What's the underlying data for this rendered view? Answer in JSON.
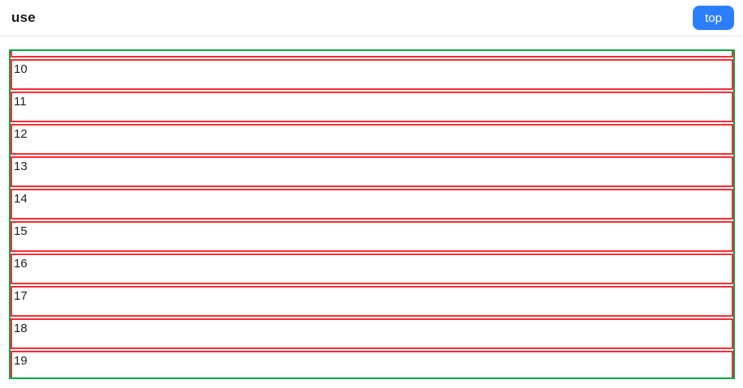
{
  "header": {
    "title": "use",
    "top_button_label": "top"
  },
  "list": {
    "visible_items": [
      "10",
      "11",
      "12",
      "13",
      "14",
      "15",
      "16",
      "17",
      "18",
      "19"
    ]
  },
  "colors": {
    "accent-blue": "#2b7fff",
    "container-green": "#00a63e",
    "item-red": "#fb2c36",
    "header-border": "#e5e7eb",
    "text-dark": "#1f1f1f"
  }
}
